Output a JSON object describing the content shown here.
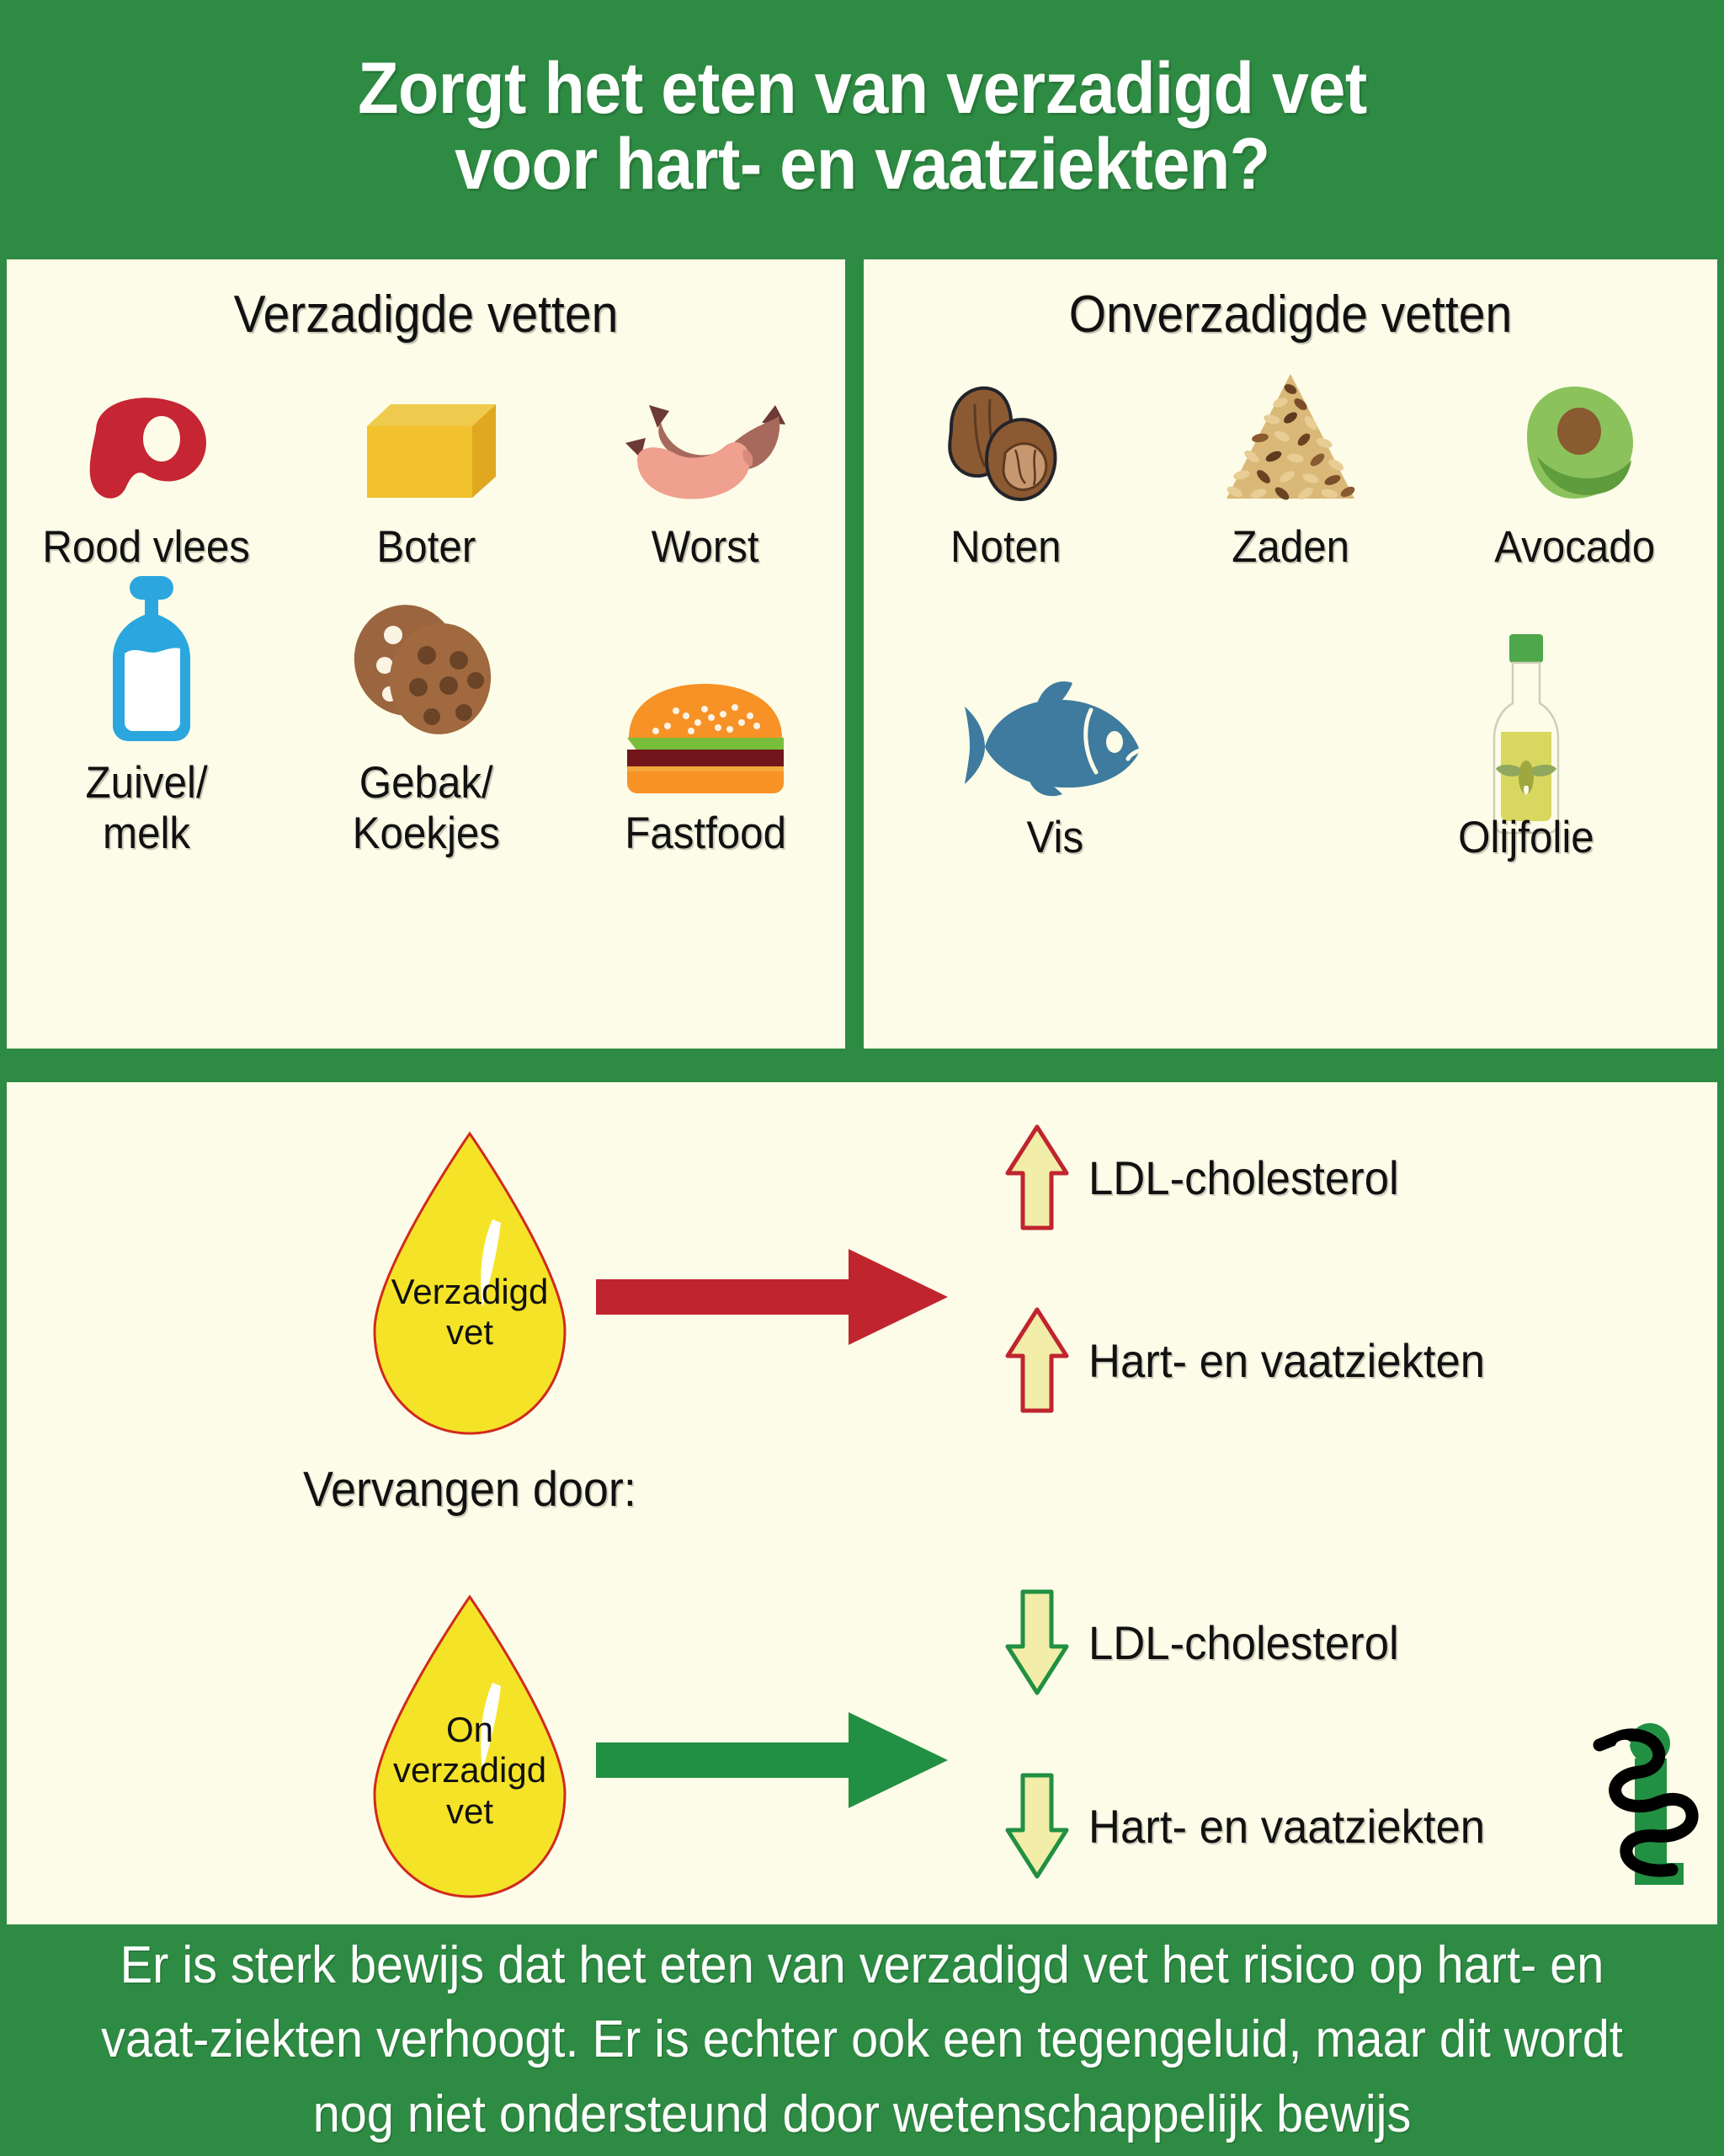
{
  "header": {
    "title_line1": "Zorgt het eten van verzadigd vet",
    "title_line2": "voor hart- en vaatziekten?"
  },
  "colors": {
    "brand_green": "#2E8B43",
    "cream_bg": "#FCFCE8",
    "accent_red": "#C0252F",
    "arrow_fill": "#F2EDA8",
    "drop_yellow": "#F5E327"
  },
  "panels": {
    "saturated": {
      "title": "Verzadigde vetten",
      "items": [
        {
          "label": "Rood vlees",
          "icon": "red-meat-icon"
        },
        {
          "label": "Boter",
          "icon": "butter-icon"
        },
        {
          "label": "Worst",
          "icon": "sausage-icon"
        },
        {
          "label": "Zuivel/\nmelk",
          "icon": "milk-bottle-icon"
        },
        {
          "label": "Gebak/\nKoekjes",
          "icon": "cookies-icon"
        },
        {
          "label": "Fastfood",
          "icon": "burger-icon"
        }
      ]
    },
    "unsaturated": {
      "title": "Onverzadigde vetten",
      "items": [
        {
          "label": "Noten",
          "icon": "nuts-icon"
        },
        {
          "label": "Zaden",
          "icon": "seeds-icon"
        },
        {
          "label": "Avocado",
          "icon": "avocado-icon"
        },
        {
          "label": "Vis",
          "icon": "fish-icon"
        },
        {
          "label": "Olijfolie",
          "icon": "olive-oil-bottle-icon"
        }
      ]
    }
  },
  "diagram": {
    "replace_label": "Vervangen door:",
    "top": {
      "drop_label": "Verzadigd\nvet",
      "arrow_direction": "right",
      "arrow_color": "#C0252F",
      "outcomes": [
        {
          "label": "LDL-cholesterol",
          "trend": "up"
        },
        {
          "label": "Hart- en vaatziekten",
          "trend": "up"
        }
      ]
    },
    "bottom": {
      "drop_label": "On\nverzadigd\nvet",
      "arrow_direction": "right",
      "arrow_color": "#2E8B43",
      "outcomes": [
        {
          "label": "LDL-cholesterol",
          "trend": "down"
        },
        {
          "label": "Hart- en vaatziekten",
          "trend": "down"
        }
      ]
    },
    "logo": "asclepius-rod-logo"
  },
  "footer": {
    "text": "Er is sterk bewijs dat het eten van verzadigd vet het risico op hart- en vaat-ziekten verhoogt. Er is echter ook een tegengeluid, maar dit wordt nog niet ondersteund door wetenschappelijk bewijs"
  }
}
